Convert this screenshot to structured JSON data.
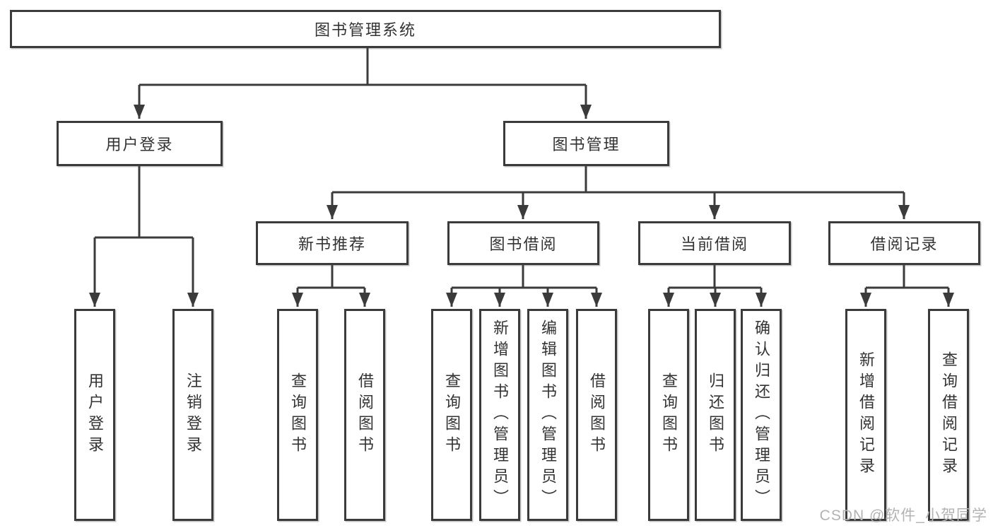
{
  "colors": {
    "line": "#3b3b3b",
    "box_border": "#3b3b3b",
    "box_bg": "#ffffff",
    "text": "#333333",
    "watermark": "#b3b3b3"
  },
  "tree": {
    "root": "图书管理系统",
    "user_login": {
      "label": "用户登录",
      "children": [
        "用户登录",
        "注销登录"
      ]
    },
    "book_mgmt": {
      "label": "图书管理",
      "sections": [
        {
          "label": "新书推荐",
          "children": [
            "查询图书",
            "借阅图书"
          ]
        },
        {
          "label": "图书借阅",
          "children": [
            "查询图书",
            "新增图书（管理员）",
            "编辑图书（管理员）",
            "借阅图书"
          ]
        },
        {
          "label": "当前借阅",
          "children": [
            "查询图书",
            "归还图书",
            "确认归还（管理员）"
          ]
        },
        {
          "label": "借阅记录",
          "children": [
            "新增借阅记录",
            "查询借阅记录"
          ]
        }
      ]
    }
  },
  "watermark": {
    "text": "CSDN @软件_小贺同学"
  }
}
